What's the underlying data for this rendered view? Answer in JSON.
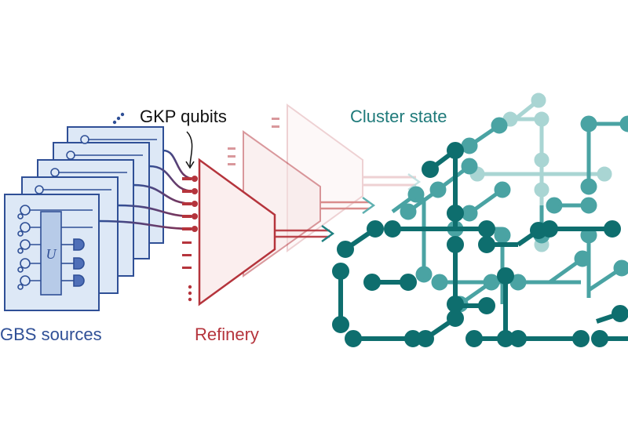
{
  "labels": {
    "gbs_sources": "GBS sources",
    "gkp_qubits": "GKP qubits",
    "refinery": "Refinery",
    "cluster_state": "Cluster state",
    "unitary": "U"
  },
  "colors": {
    "gbs_blue": "#2f4f96",
    "gbs_fill": "#dde8f6",
    "refinery_red": "#b5343c",
    "cluster_teal": "#0e6e6e",
    "cluster_mid": "#4aa3a3",
    "cluster_light": "#a9d5d3",
    "wire_purple": "#5a3a78"
  }
}
